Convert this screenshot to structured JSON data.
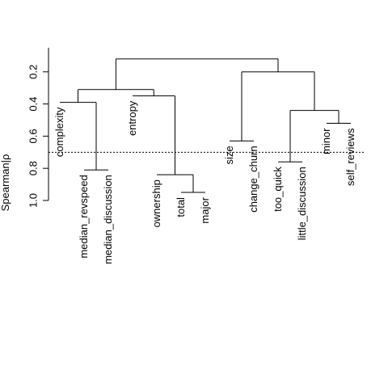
{
  "chart_data": {
    "type": "dendrogram",
    "ylabel": "Spearman ρ",
    "ylabel_visible": "Spearman|ρ",
    "yaxis_reversed": true,
    "ylim": [
      0.05,
      1.0
    ],
    "yticks": [
      {
        "value": 0.2,
        "label": "0.2"
      },
      {
        "value": 0.4,
        "label": "0.4"
      },
      {
        "value": 0.6,
        "label": "0.6"
      },
      {
        "value": 0.8,
        "label": "0.8"
      },
      {
        "value": 1.0,
        "label": "1.0"
      }
    ],
    "cutoff": 0.7,
    "leaves": [
      {
        "label": "complexity",
        "height": 0.39
      },
      {
        "label": "median_revspeed",
        "height": 0.81
      },
      {
        "label": "median_discussion",
        "height": 0.81
      },
      {
        "label": "entropy",
        "height": 0.35
      },
      {
        "label": "ownership",
        "height": 0.84
      },
      {
        "label": "total",
        "height": 0.95
      },
      {
        "label": "major",
        "height": 0.95
      },
      {
        "label": "size",
        "height": 0.63
      },
      {
        "label": "change_churn",
        "height": 0.63
      },
      {
        "label": "too_quick",
        "height": 0.76
      },
      {
        "label": "little_discussion",
        "height": 0.76
      },
      {
        "label": "minor",
        "height": 0.52
      },
      {
        "label": "self_reviews",
        "height": 0.52
      }
    ],
    "merges": [
      {
        "left": "median_revspeed",
        "right": "median_discussion",
        "height": 0.81
      },
      {
        "left": "complexity",
        "right": "median_revspeed+median_discussion",
        "height": 0.39
      },
      {
        "left": "total",
        "right": "major",
        "height": 0.95
      },
      {
        "left": "ownership",
        "right": "total+major",
        "height": 0.84
      },
      {
        "left": "entropy",
        "right": "ownership+total+major",
        "height": 0.35
      },
      {
        "left": "complexity-group",
        "right": "entropy-group",
        "height": 0.31
      },
      {
        "left": "size",
        "right": "change_churn",
        "height": 0.63
      },
      {
        "left": "too_quick",
        "right": "little_discussion",
        "height": 0.76
      },
      {
        "left": "minor",
        "right": "self_reviews",
        "height": 0.52
      },
      {
        "left": "too_quick-group",
        "right": "minor-group",
        "height": 0.44
      },
      {
        "left": "size-group",
        "right": "too_quick-minor-group",
        "height": 0.2
      },
      {
        "left": "left-branch",
        "right": "right-branch",
        "height": 0.12
      }
    ]
  }
}
